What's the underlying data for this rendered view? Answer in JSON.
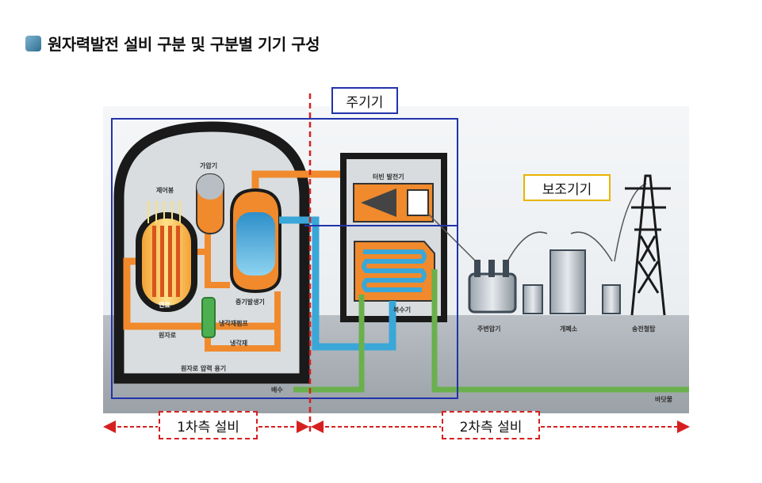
{
  "page": {
    "title": "원자력발전 설비 구분 및 구분별 기기 구성"
  },
  "categories": {
    "main_equipment": "주기기",
    "aux_equipment": "보조기기",
    "primary_side": "1차측 설비",
    "secondary_side": "2차측 설비"
  },
  "components": {
    "control_rod": "제어봉",
    "pressurizer": "가압기",
    "fuel": "연료",
    "steam_generator": "증기발생기",
    "reactor": "원자로",
    "coolant_pump": "냉각재펌프",
    "coolant": "냉각재",
    "pressure_vessel": "원자로 압력 용기",
    "turbine_generator": "터빈 발전기",
    "condenser": "복수기",
    "drain": "배수",
    "main_transformer": "주변압기",
    "switchyard": "개폐소",
    "transmission_tower": "송전철탑",
    "sea": "바닷물"
  },
  "colors": {
    "boundary_box": "#2233aa",
    "aux_box": "#e8b400",
    "divider": "#d62020",
    "primary_loop": "#f08a2c",
    "secondary_loop": "#3aa7d8",
    "cooling_water": "#6ab04c"
  }
}
